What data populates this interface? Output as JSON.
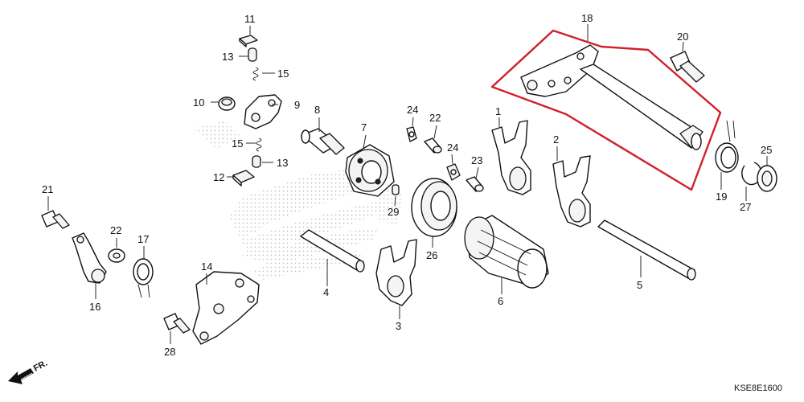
{
  "diagram": {
    "document_code": "KSE8E1600",
    "direction_label": "FR.",
    "highlight_color": "#d0202a",
    "callouts": [
      "1",
      "2",
      "3",
      "4",
      "5",
      "6",
      "7",
      "8",
      "9",
      "10",
      "11",
      "12",
      "13",
      "13",
      "14",
      "15",
      "15",
      "16",
      "17",
      "18",
      "19",
      "20",
      "21",
      "22",
      "22",
      "23",
      "24",
      "24",
      "25",
      "26",
      "27",
      "28",
      "29"
    ]
  }
}
